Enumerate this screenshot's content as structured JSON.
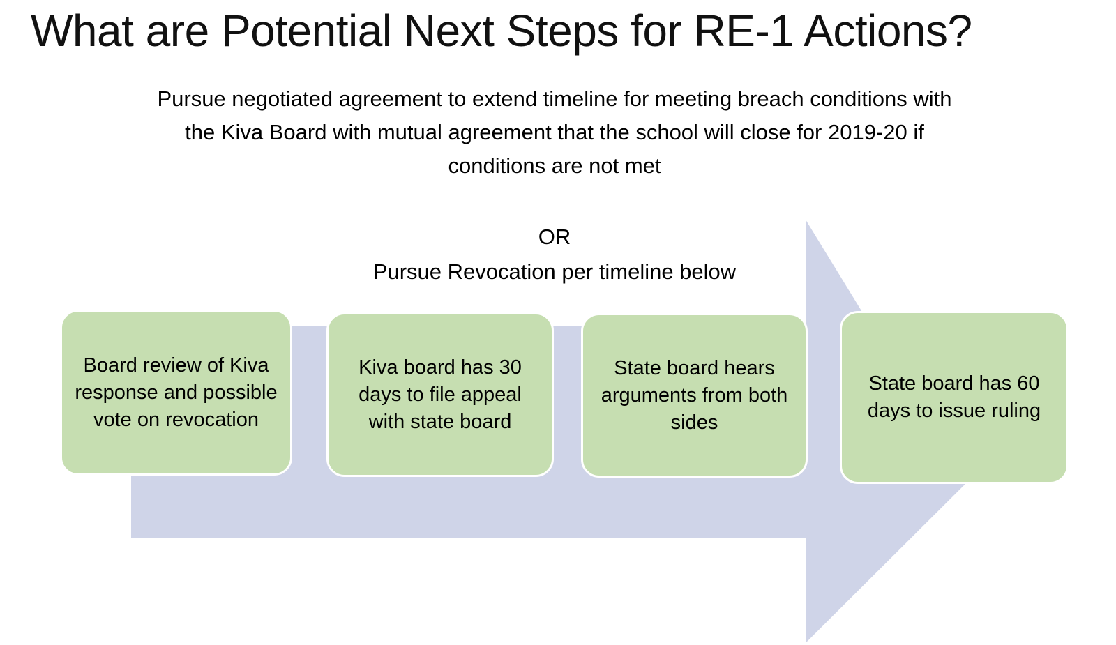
{
  "slide": {
    "title": "What are Potential Next Steps for RE-1 Actions?",
    "subtitle_lines": [
      "Pursue negotiated agreement to extend timeline for meeting breach conditions with",
      "the Kiva Board with mutual agreement that the school will close for 2019-20 if",
      "conditions are not met"
    ],
    "alternative": {
      "connector": "OR",
      "text": "Pursue Revocation per timeline below"
    },
    "timeline": {
      "arrow_name": "right-arrow-shape",
      "steps": [
        {
          "label": "Board review of Kiva response and possible vote on revocation"
        },
        {
          "label": "Kiva board has 30 days to file appeal with state board"
        },
        {
          "label": "State board hears arguments from both sides"
        },
        {
          "label": "State board has 60 days to issue ruling"
        }
      ]
    },
    "colors": {
      "box_fill": "#c6deb1",
      "box_border": "#ffffff",
      "arrow_fill": "#cfd4e8",
      "background": "#ffffff",
      "text": "#000000"
    }
  }
}
